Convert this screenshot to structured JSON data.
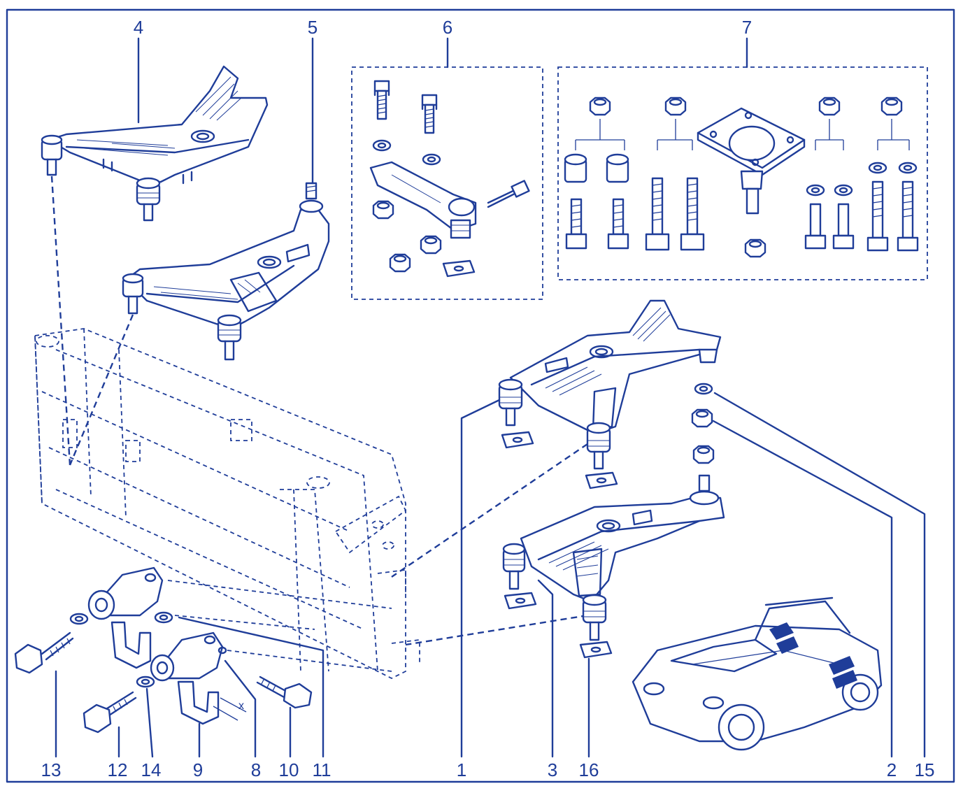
{
  "diagram": {
    "top_labels": [
      "4",
      "5",
      "6",
      "7"
    ],
    "bottom_labels": [
      "13",
      "12",
      "14",
      "9",
      "8",
      "10",
      "11",
      "1",
      "3",
      "16",
      "2",
      "15"
    ],
    "dimension_label": "x"
  },
  "colors": {
    "ink": "#1f3d99",
    "background": "#ffffff"
  }
}
